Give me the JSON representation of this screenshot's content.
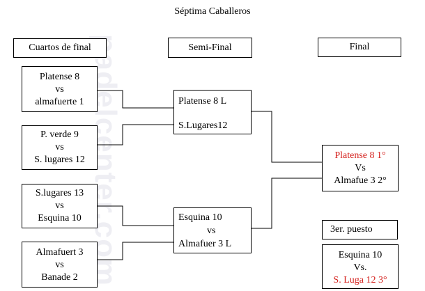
{
  "title": "Séptima Caballeros",
  "headers": {
    "quarters": "Cuartos de final",
    "semis": "Semi-Final",
    "final": "Final"
  },
  "quarterfinals": [
    {
      "team1": "Platense 8",
      "vs": "vs",
      "team2": "almafuerte 1"
    },
    {
      "team1": "P. verde 9",
      "vs": "vs",
      "team2": "S. lugares 12"
    },
    {
      "team1": "S.lugares 13",
      "vs": "vs",
      "team2": "Esquina 10"
    },
    {
      "team1": "Almafuert 3",
      "vs": "vs",
      "team2": "Banade 2"
    }
  ],
  "semifinals": [
    {
      "team1": "Platense 8 L",
      "team2": "S.Lugares12"
    },
    {
      "team1": "Esquina 10",
      "vs": "vs",
      "team2": "Almafuer 3 L"
    }
  ],
  "final_match": {
    "team1": "Platense 8 1°",
    "vs": "Vs",
    "team2": "Almafue 3 2°"
  },
  "third_place_label": "3er. puesto",
  "third_place_match": {
    "team1": "Esquina 10",
    "vs": "Vs.",
    "team2": "S. Luga 12 3°"
  },
  "watermark": "padelcenter.com",
  "colors": {
    "winner": "#d4201c",
    "line": "#000000"
  }
}
